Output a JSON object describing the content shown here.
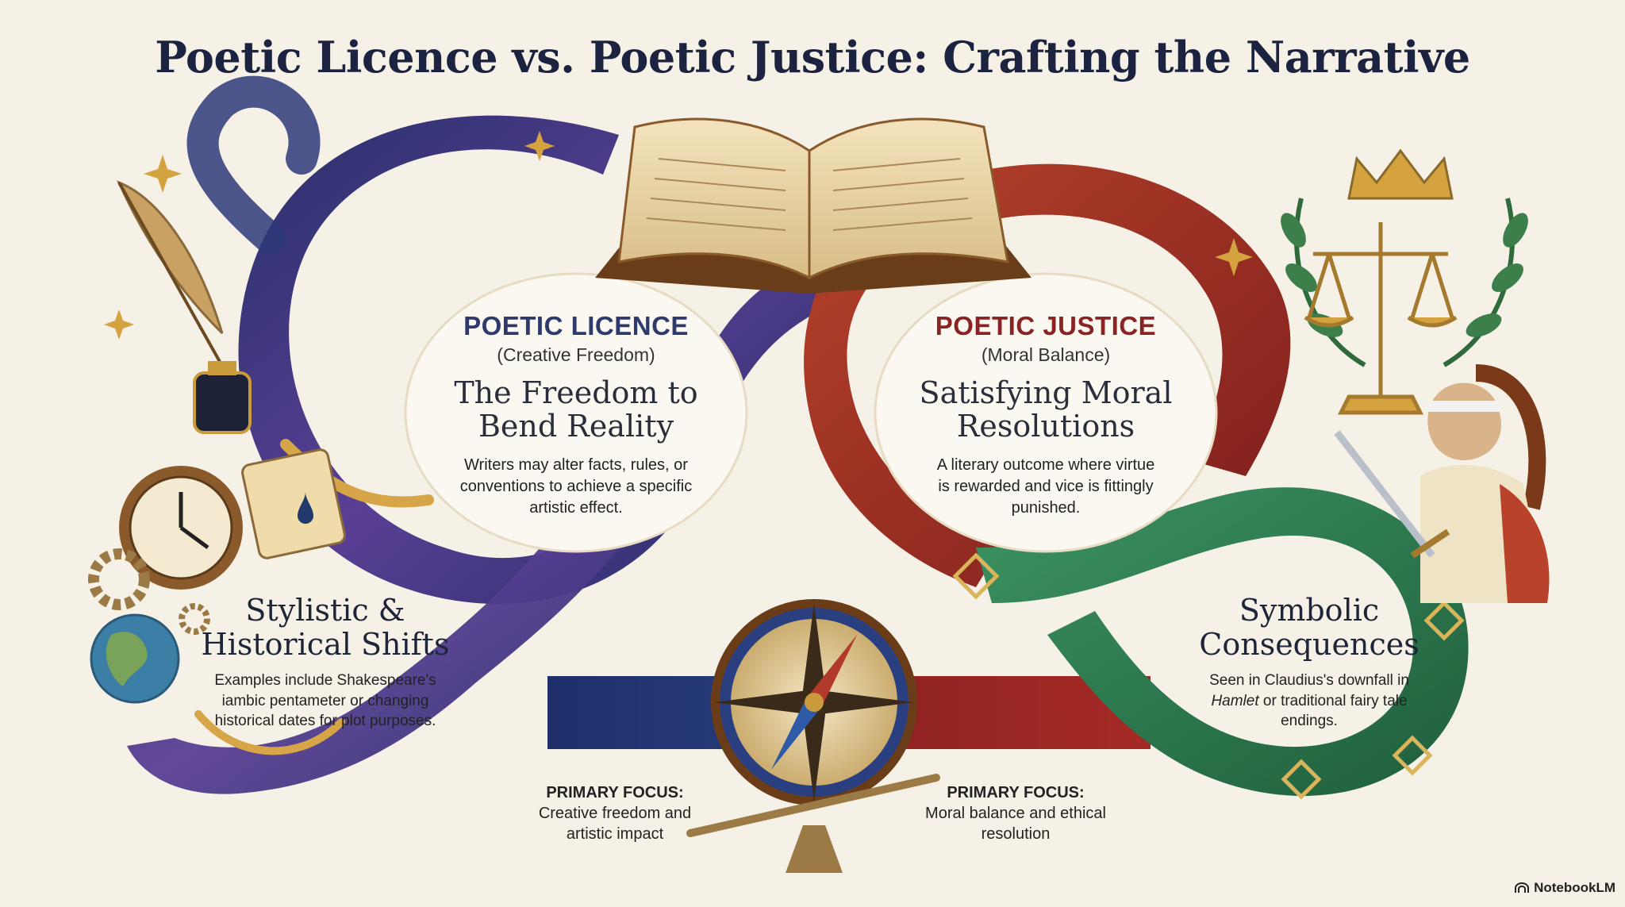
{
  "title": "Poetic Licence vs. Poetic Justice: Crafting the Narrative",
  "licence": {
    "kicker": "POETIC LICENCE",
    "subtitle": "(Creative Freedom)",
    "heading": "The Freedom to Bend Reality",
    "body": "Writers may alter facts, rules, or conventions to achieve a specific artistic effect."
  },
  "justice": {
    "kicker": "POETIC JUSTICE",
    "subtitle": "(Moral Balance)",
    "heading": "Satisfying Moral Resolutions",
    "body": "A literary outcome where virtue is rewarded and vice is fittingly punished."
  },
  "stylistic": {
    "heading": "Stylistic & Historical Shifts",
    "body": "Examples include Shakespeare's iambic pentameter or changing historical dates for plot purposes."
  },
  "symbolic": {
    "heading": "Symbolic Consequences",
    "body_pre": "Seen in Claudius's downfall in ",
    "body_em": "Hamlet",
    "body_post": " or traditional fairy tale endings."
  },
  "focus_left": {
    "label": "PRIMARY FOCUS:",
    "text": "Creative freedom and artistic impact"
  },
  "focus_right": {
    "label": "PRIMARY FOCUS:",
    "text": "Moral balance and ethical resolution"
  },
  "brand": "NotebookLM",
  "colors": {
    "navy": "#1c2340",
    "licence_blue": "#2e3a6b",
    "justice_red": "#8a2323",
    "ribbon_purple": "#4b3a86",
    "ribbon_red": "#9b2a24",
    "ribbon_green": "#2f7f52",
    "gold": "#c99b3d"
  },
  "icons": [
    "open-book-icon",
    "quill-icon",
    "inkwell-icon",
    "clock-icon",
    "scroll-icon",
    "gear-icon",
    "globe-icon",
    "compass-icon",
    "scales-icon",
    "crown-icon",
    "laurel-icon",
    "lady-justice-icon",
    "sword-icon",
    "sparkle-icon"
  ]
}
